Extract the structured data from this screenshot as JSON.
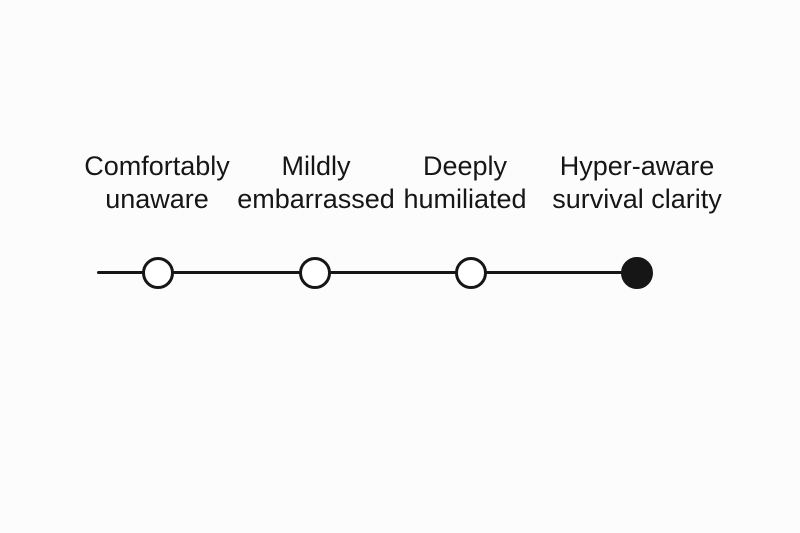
{
  "diagram": {
    "type": "timeline-spectrum",
    "background_color": "#fcfcfc",
    "ink_color": "#161616",
    "stops": [
      {
        "line1": "Comfortably",
        "line2": "unaware",
        "marker": "open-circle"
      },
      {
        "line1": "Mildly",
        "line2": "embarrassed",
        "marker": "open-circle"
      },
      {
        "line1": "Deeply",
        "line2": "humiliated",
        "marker": "open-circle"
      },
      {
        "line1": "Hyper-aware",
        "line2": "survival clarity",
        "marker": "filled-circle"
      }
    ]
  }
}
